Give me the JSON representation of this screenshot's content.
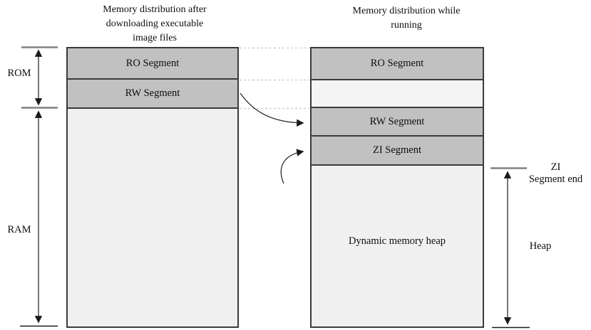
{
  "diagram": {
    "left_column": {
      "title": "Memory distribution after\ndownloading executable\nimage files",
      "segments": [
        {
          "name": "ro",
          "label": "RO Segment"
        },
        {
          "name": "rw",
          "label": "RW Segment"
        },
        {
          "name": "ram-free",
          "label": ""
        }
      ]
    },
    "right_column": {
      "title": "Memory distribution while\nrunning",
      "segments": [
        {
          "name": "ro",
          "label": "RO Segment"
        },
        {
          "name": "gap",
          "label": ""
        },
        {
          "name": "rw",
          "label": "RW Segment"
        },
        {
          "name": "zi",
          "label": "ZI Segment"
        },
        {
          "name": "heap",
          "label": "Dynamic memory heap"
        }
      ]
    },
    "annotations": {
      "rom": "ROM",
      "ram": "RAM",
      "zi_segment_end": "ZI\nSegment end",
      "heap": "Heap"
    },
    "colors": {
      "segment_gray": "#c1c1c1",
      "segment_light": "#f0f0f0",
      "segment_lighter": "#f4f4f4",
      "border": "#3a3a3a",
      "tick_gray": "#808080",
      "tick_black": "#1a1a1a",
      "dash": "#c6c6c6",
      "arrow": "#2e2e2e"
    }
  }
}
